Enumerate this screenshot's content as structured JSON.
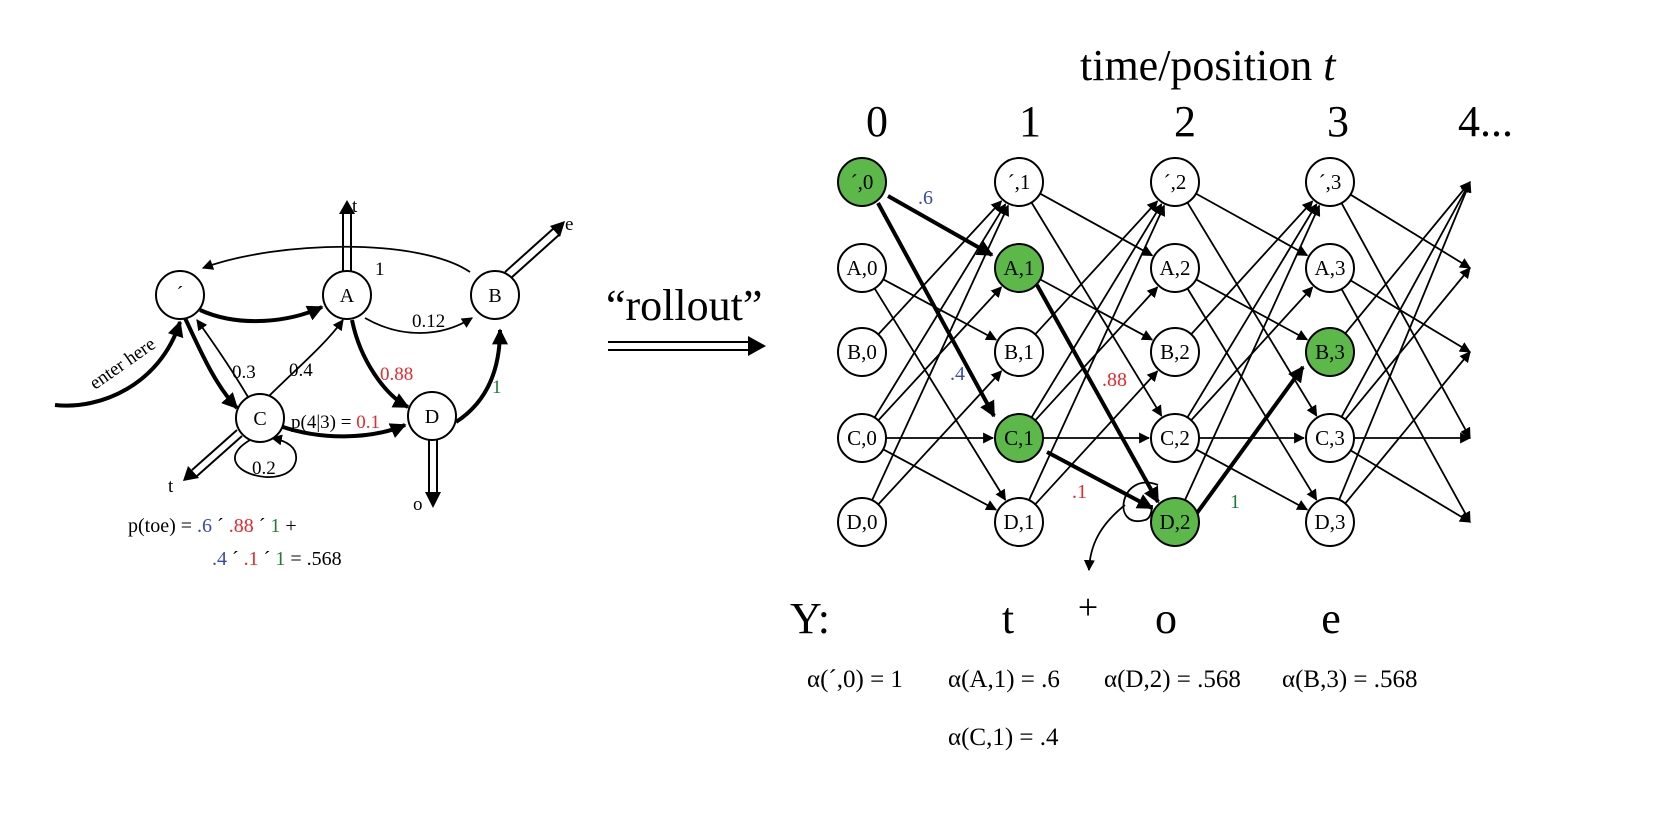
{
  "left_graph": {
    "states": {
      "start": "´",
      "A": "A",
      "B": "B",
      "C": "C",
      "D": "D"
    },
    "edge_labels": {
      "b_to_start": "1",
      "a_to_b": "0.12",
      "start_to_c": "0.3",
      "c_to_a": "0.4",
      "a_to_d": "0.88",
      "d_to_b": "1",
      "c_loop": "0.2",
      "c_to_d_prefix": "p(4|3) = ",
      "c_to_d_value": "0.1"
    },
    "emission_labels": {
      "a_emit": "t",
      "b_emit": "e",
      "c_emit": "t",
      "d_emit": "o"
    },
    "enter_label": "enter here",
    "formula": {
      "line1_prefix": "p(toe) = ",
      "line1_a": ".6",
      "line1_op1": " ´ ",
      "line1_b": ".88",
      "line1_op2": " ´ ",
      "line1_c": "1",
      "line1_suffix": " +",
      "line2_a": ".4",
      "line2_op1": " ´ ",
      "line2_b": ".1",
      "line2_op2": " ´ ",
      "line2_c": "1",
      "line2_suffix": " =  .568"
    }
  },
  "rollout_label": "“rollout”",
  "trellis": {
    "axis_title": "time/position ",
    "axis_var": "t",
    "columns": [
      "0",
      "1",
      "2",
      "3",
      "4..."
    ],
    "nodes": {
      "s0": "´,0",
      "a0": "A,0",
      "b0": "B,0",
      "c0": "C,0",
      "d0": "D,0",
      "s1": "´,1",
      "a1": "A,1",
      "b1": "B,1",
      "c1": "C,1",
      "d1": "D,1",
      "s2": "´,2",
      "a2": "A,2",
      "b2": "B,2",
      "c2": "C,2",
      "d2": "D,2",
      "s3": "´,3",
      "a3": "A,3",
      "b3": "B,3",
      "c3": "C,3",
      "d3": "D,3"
    },
    "highlighted_nodes": [
      "´,0",
      "A,1",
      "C,1",
      "D,2",
      "B,3"
    ],
    "edge_labels": {
      "s0_a1": ".6",
      "s0_c1": ".4",
      "a1_d2": ".88",
      "c1_d2": ".1",
      "d2_b3": "1"
    },
    "loop_label": "+",
    "observations": {
      "label": "Y:",
      "symbols": [
        "t",
        "o",
        "e"
      ]
    },
    "alphas": {
      "s0": "α(´,0) = 1",
      "a1": "α(A,1) = .6",
      "c1": "α(C,1) = .4",
      "d2": "α(D,2) = .568",
      "b3": "α(B,3) = .568"
    }
  },
  "colors": {
    "highlight": "#5cb848",
    "blue": "#3b49a8",
    "red": "#e8282a",
    "green": "#1f7a3b"
  }
}
